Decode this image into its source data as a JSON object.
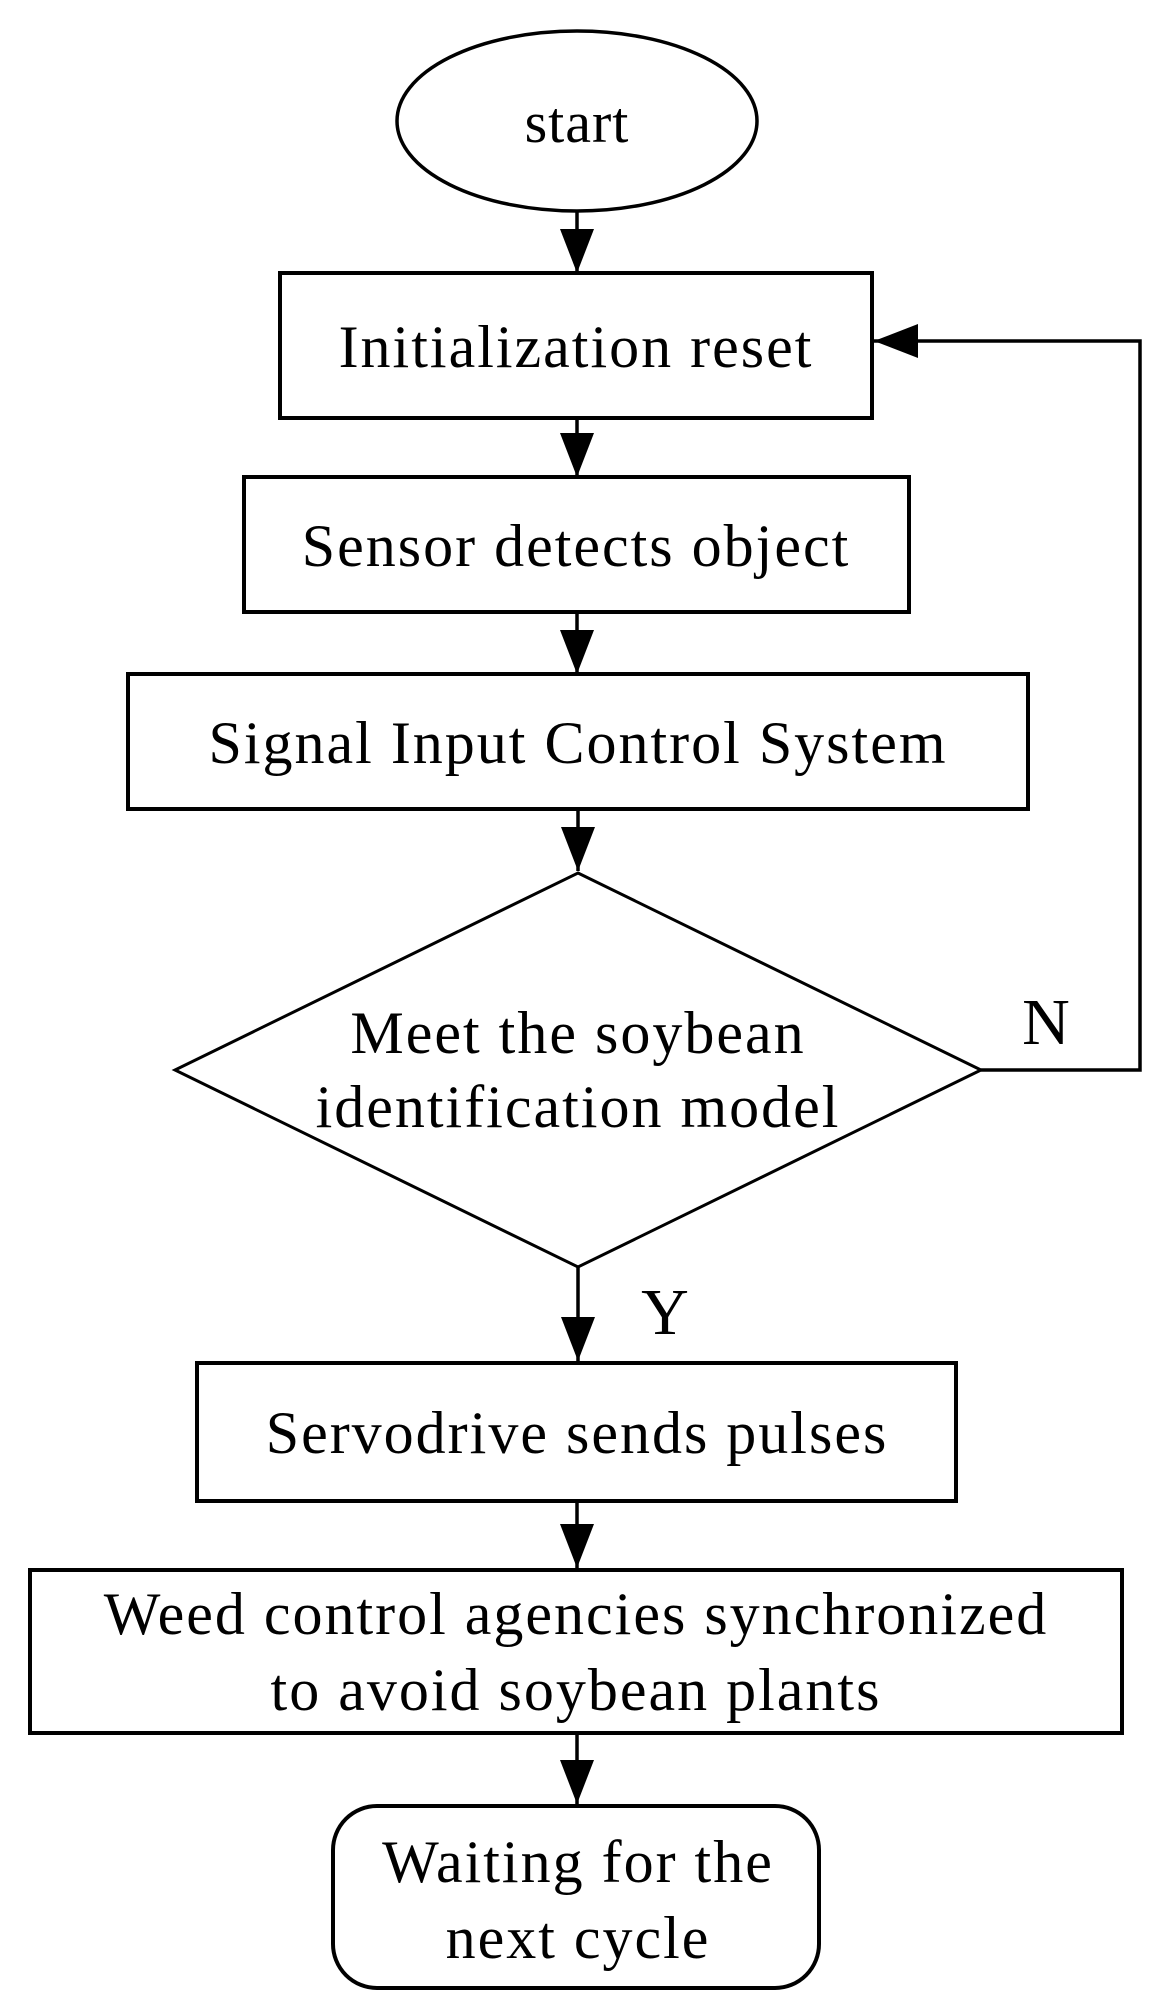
{
  "flowchart": {
    "type": "flowchart",
    "colors": {
      "background": "#ffffff",
      "stroke": "#000000",
      "text": "#000000"
    },
    "nodes": {
      "start": {
        "shape": "terminator-ellipse",
        "label": "start"
      },
      "init": {
        "shape": "process-rect",
        "label": "Initialization reset"
      },
      "sensor": {
        "shape": "process-rect",
        "label": "Sensor detects object"
      },
      "signal": {
        "shape": "process-rect",
        "label": "Signal Input Control System"
      },
      "decision": {
        "shape": "decision-diamond",
        "line1": "Meet the soybean",
        "line2": "identification model"
      },
      "servo": {
        "shape": "process-rect",
        "label": "Servodrive sends pulses"
      },
      "weed": {
        "shape": "process-rect",
        "line1": "Weed control agencies synchronized",
        "line2": "to avoid soybean plants"
      },
      "wait": {
        "shape": "terminator-rounded",
        "line1": "Waiting for the",
        "line2": "next cycle"
      }
    },
    "edges": [
      {
        "from": "start",
        "to": "init"
      },
      {
        "from": "init",
        "to": "sensor"
      },
      {
        "from": "sensor",
        "to": "signal"
      },
      {
        "from": "signal",
        "to": "decision"
      },
      {
        "from": "decision",
        "to": "servo",
        "label": "Y"
      },
      {
        "from": "servo",
        "to": "weed"
      },
      {
        "from": "weed",
        "to": "wait"
      },
      {
        "from": "decision",
        "to": "init",
        "label": "N"
      }
    ]
  }
}
